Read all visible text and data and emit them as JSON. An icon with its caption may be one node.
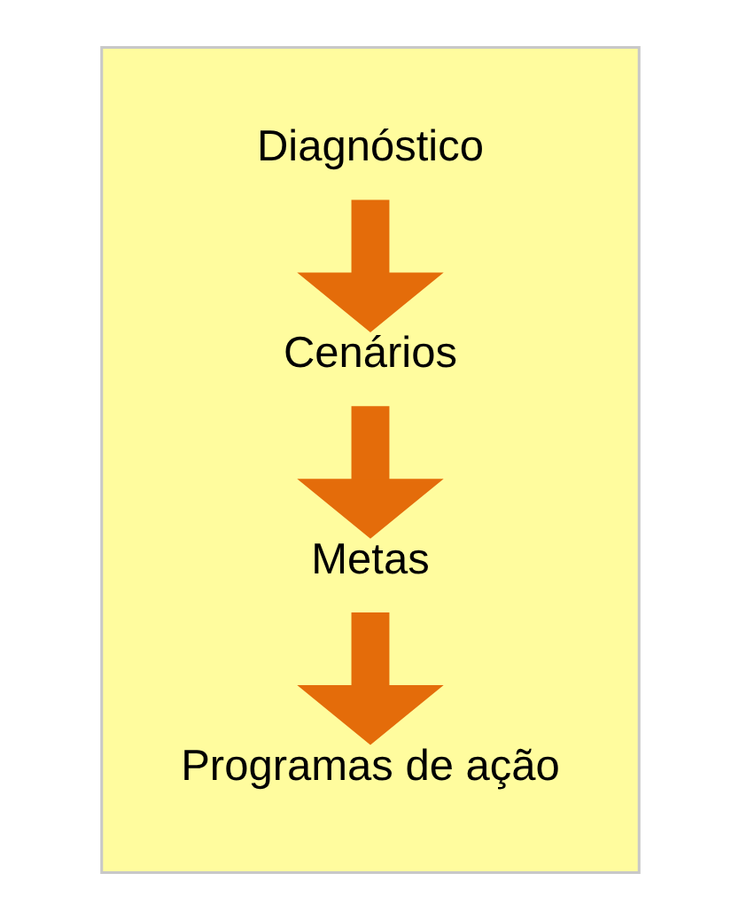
{
  "diagram": {
    "nodes": [
      {
        "text": [],
        "shape": "box"
      },
      {
        "text": [
          "Diagnóstico"
        ],
        "in": 0
      },
      {
        "text": [
          "Cenários"
        ],
        "in": 0
      },
      {
        "text": [
          "Metas"
        ],
        "in": 0
      },
      {
        "text": [
          "Programas de ação"
        ],
        "in": 0
      }
    ],
    "edges": [
      {
        "from": 1,
        "to": 2,
        "arrow": "to",
        "color": "#e46c0a"
      },
      {
        "from": 2,
        "to": 3,
        "arrow": "to",
        "color": "#e46c0a"
      },
      {
        "from": 3,
        "to": 4,
        "arrow": "to",
        "color": "#e46c0a"
      }
    ]
  }
}
